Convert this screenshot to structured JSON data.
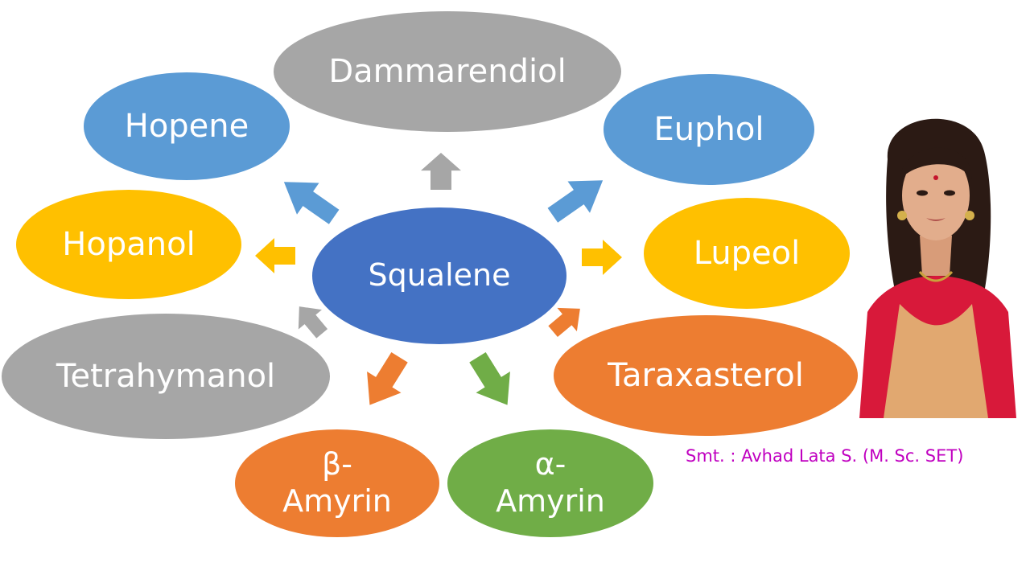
{
  "diagram": {
    "center": {
      "label": "Squalene",
      "color": "#4472c4"
    },
    "products": [
      {
        "id": "dammarendiol",
        "lines": [
          "Dammarendiol"
        ],
        "color": "#a6a6a6"
      },
      {
        "id": "hopene",
        "lines": [
          "Hopene"
        ],
        "color": "#5b9bd5"
      },
      {
        "id": "euphol",
        "lines": [
          "Euphol"
        ],
        "color": "#5b9bd5"
      },
      {
        "id": "hopanol",
        "lines": [
          "Hopanol"
        ],
        "color": "#ffc000"
      },
      {
        "id": "lupeol",
        "lines": [
          "Lupeol"
        ],
        "color": "#ffc000"
      },
      {
        "id": "tetrahymanol",
        "lines": [
          "Tetrahymanol"
        ],
        "color": "#a6a6a6"
      },
      {
        "id": "taraxasterol",
        "lines": [
          "Taraxasterol"
        ],
        "color": "#ed7d31"
      },
      {
        "id": "beta-amyrin",
        "lines": [
          "β-",
          "Amyrin"
        ],
        "color": "#ed7d31"
      },
      {
        "id": "alpha-amyrin",
        "lines": [
          "α-",
          "Amyrin"
        ],
        "color": "#70ad47"
      }
    ]
  },
  "credit": "Smt. : Avhad Lata S. (M. Sc. SET)",
  "colors": {
    "credit_text": "#c000c0"
  }
}
